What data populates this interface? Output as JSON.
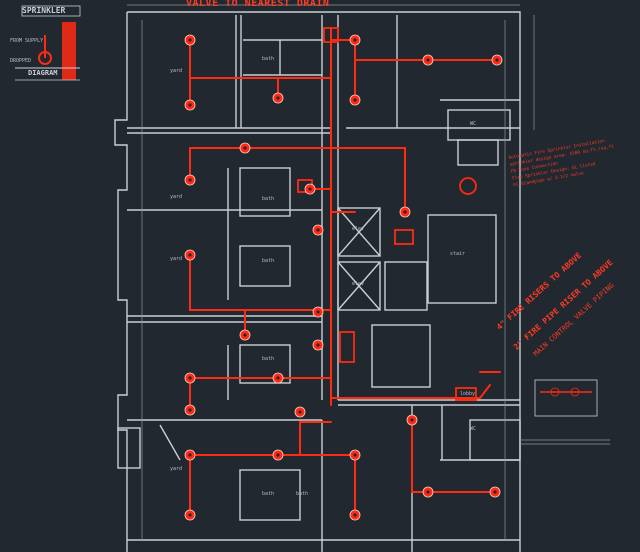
{
  "colors": {
    "background": "#212830",
    "wall": "#c9cfd4",
    "pipe": "#ff2a12",
    "note": "#ff3b24",
    "annotation": "#b7bec4"
  },
  "title_top": "VALVE TO NEAREST DRAIN",
  "top_left_legend": {
    "title": "SPRINKLER",
    "label_a": "FROM SUPPLY",
    "label_b": "DROPPED",
    "caption": "DIAGRAM"
  },
  "right_notes": {
    "line1": "4\" FIRE RISERS TO ABOVE",
    "line2": "2\" FIRE PIPE RISER TO ABOVE",
    "line3": "MAIN CONTROL VALVE PIPING"
  },
  "sprinkler_note": [
    "Automatic Fire Sprinkler Installation",
    "sprinkler design area: 1500 sq.ft./sq.ft",
    "FD Hose Connection",
    "Fire Sprinkler Design: UL listed",
    "FC Standpipe w/ 2-1/2 valve"
  ],
  "room_labels": [
    "yard",
    "yard",
    "yard",
    "yard",
    "bath",
    "bath",
    "bath",
    "bath",
    "bath",
    "bath",
    "WC",
    "WC",
    "lobby",
    "stair",
    "elev",
    "elev"
  ],
  "icons": [
    "sprinkler-head-icon",
    "fire-pump-icon",
    "riser-valve-icon"
  ]
}
